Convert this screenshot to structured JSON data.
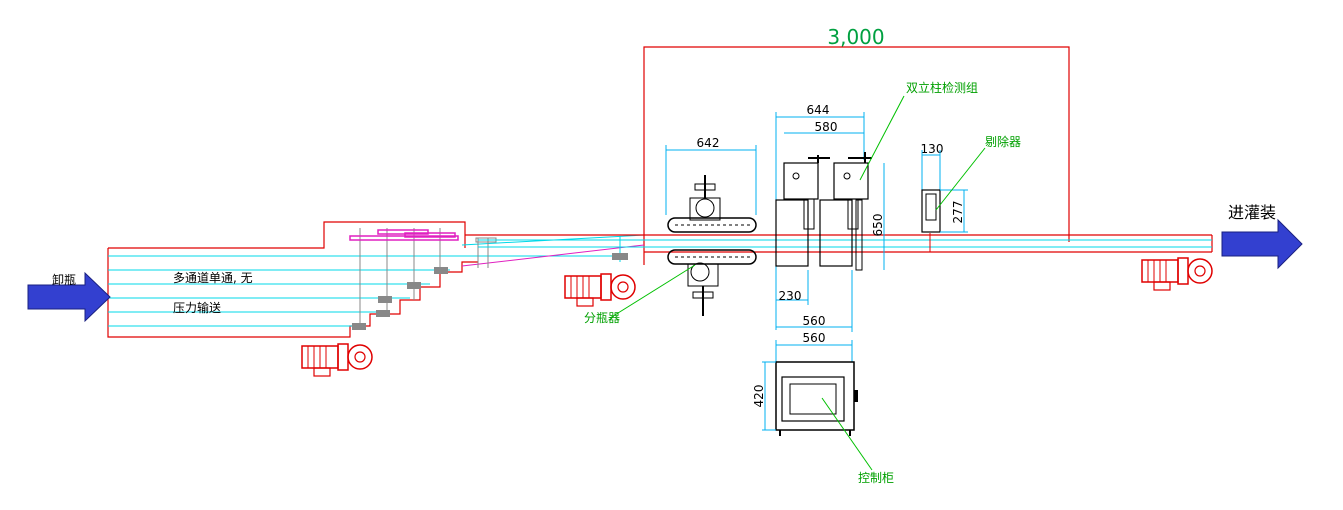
{
  "colors": {
    "frame": "#e00000",
    "conveyor": "#00d8e8",
    "belt": "#e020c0",
    "dimension": "#00b0f0",
    "leader": "#00c000",
    "motor": "#e00000",
    "arrow": "#3340d0",
    "machine": "#000000"
  },
  "arrows": {
    "inlet_label": "卸瓶",
    "outlet_label": "进灌装"
  },
  "conveyor_notes": {
    "line1": "多通道单通, 无",
    "line2": "压力输送"
  },
  "dimensions": {
    "overall": "3,000",
    "splitter_width": "642",
    "inspector_outer": "644",
    "inspector_inner": "580",
    "inspector_height": "650",
    "inspector_base_offset": "230",
    "inspector_base_width": "560",
    "rejector_width": "130",
    "rejector_height": "277",
    "cabinet_width": "560",
    "cabinet_height": "420"
  },
  "callouts": {
    "splitter": "分瓶器",
    "inspector": "双立柱检测组",
    "rejector": "剔除器",
    "cabinet": "控制柜"
  },
  "icons": [
    "inlet-arrow-icon",
    "outlet-arrow-icon",
    "gear-motor-icon"
  ]
}
